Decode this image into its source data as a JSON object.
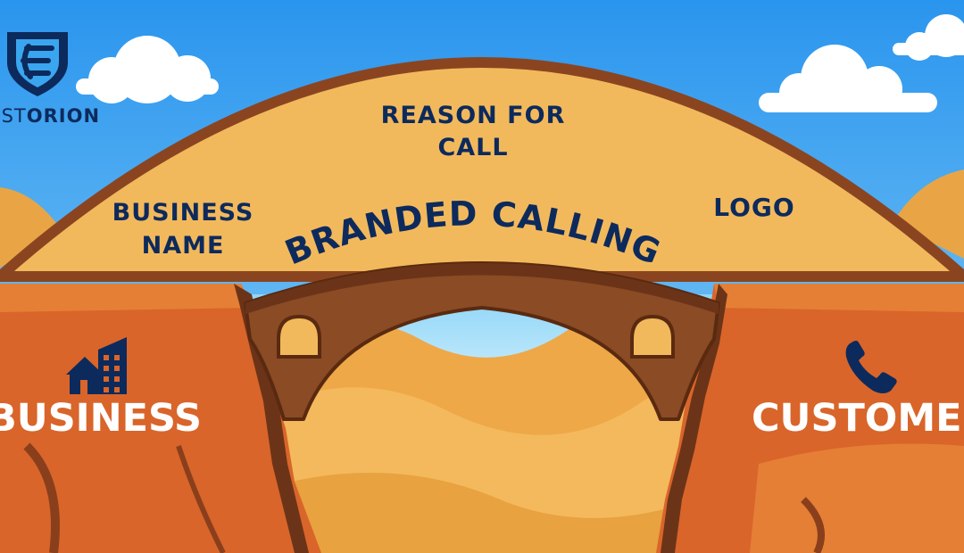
{
  "brand": {
    "prefix": "RST",
    "name": "ORION"
  },
  "diagram": {
    "title": "BRANDED CALLING",
    "features": {
      "business_name": "BUSINESS NAME",
      "reason": "REASON FOR CALL",
      "logo": "LOGO"
    },
    "left_side": "BUSINESS",
    "right_side": "CUSTOMER"
  },
  "colors": {
    "navy": "#0d2a5c",
    "sky": "#3aa6f0",
    "arch": "#f2b95c",
    "arch_border": "#8a4520",
    "cliff": "#d9652a",
    "bridge": "#8a4b25"
  },
  "icons": {
    "brand": "shield-logo-icon",
    "business": "building-icon",
    "customer": "phone-icon"
  }
}
